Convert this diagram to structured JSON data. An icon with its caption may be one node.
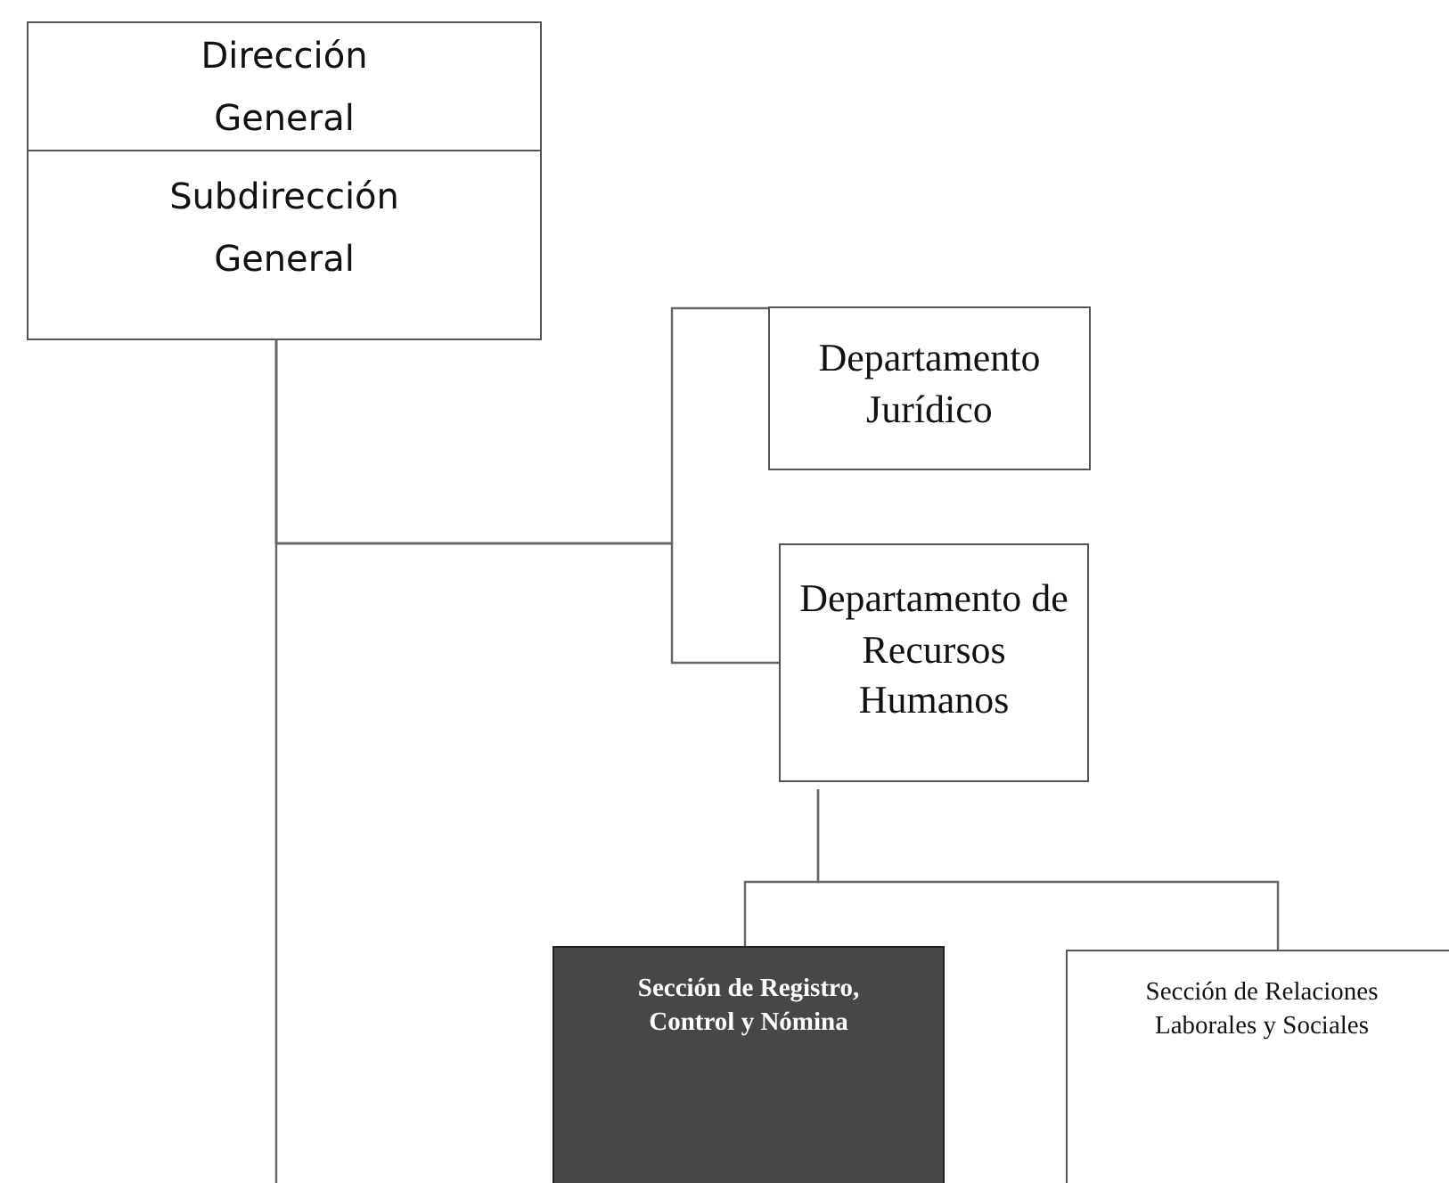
{
  "diagram": {
    "nodes": [
      {
        "text": [
          "Dirección General",
          "Subdirección General"
        ]
      },
      {
        "text": [
          "Departamento Jurídico"
        ]
      },
      {
        "text": [
          "Departamento de Recursos Humanos"
        ]
      },
      {
        "text": [
          "Sección de Registro, Control y Nómina"
        ]
      },
      {
        "text": [
          "Sección de Relaciones Laborales y Sociales"
        ]
      }
    ],
    "edges": [
      {
        "from": 0,
        "to": 1,
        "arrow": "none"
      },
      {
        "from": 0,
        "to": 2,
        "arrow": "none"
      },
      {
        "from": 0,
        "to": null,
        "arrow": "none"
      },
      {
        "from": 2,
        "to": 3,
        "arrow": "none"
      },
      {
        "from": 2,
        "to": 4,
        "arrow": "none"
      }
    ]
  }
}
